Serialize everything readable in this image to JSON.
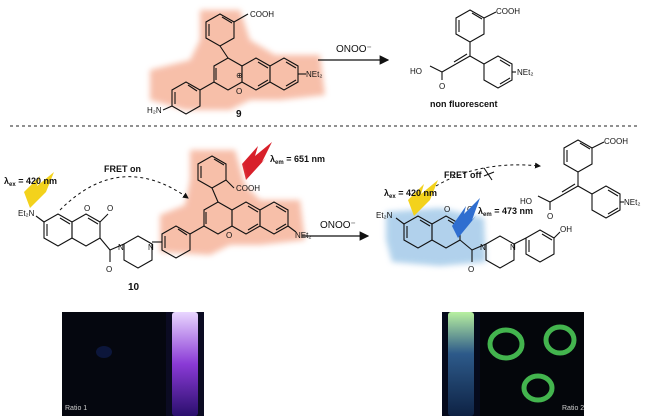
{
  "scheme": {
    "top": {
      "reagent": "ONOO⁻",
      "compound_9_label": "9",
      "product_label": "non fluorescent",
      "cooh": "COOH",
      "net2": "NEt₂",
      "h2n": "H₂N",
      "ho": "HO",
      "o": "O",
      "plus": "⊕"
    },
    "bottom": {
      "excitation_left": "λex = 420 nm",
      "excitation_left_main": "λ",
      "excitation_left_sub": "ex",
      "excitation_left_rest": " = 420 nm",
      "emission_left_main": "λ",
      "emission_left_sub": "em",
      "emission_left_rest": " = 651 nm",
      "fret_on": "FRET on",
      "reagent": "ONOO⁻",
      "compound_10_label": "10",
      "excitation_right_main": "λ",
      "excitation_right_sub": "ex",
      "excitation_right_rest": " = 420 nm",
      "emission_right_main": "λ",
      "emission_right_sub": "em",
      "emission_right_rest": " = 473 nm",
      "fret_off": "FRET off",
      "et2n": "Et₂N",
      "oh": "OH",
      "cooh": "COOH",
      "net2": "NEt₂",
      "ho": "HO",
      "o": "O",
      "n": "N"
    },
    "photos": {
      "left_ratio": "Ratio 1",
      "right_ratio": "Ratio 2"
    },
    "colors": {
      "peach_glow": "#f6b49b",
      "blue_glow": "#a9cdea",
      "red_bolt": "#d8202a",
      "yellow_bolt": "#f3d21c",
      "blue_bolt": "#2f6ed0"
    }
  }
}
